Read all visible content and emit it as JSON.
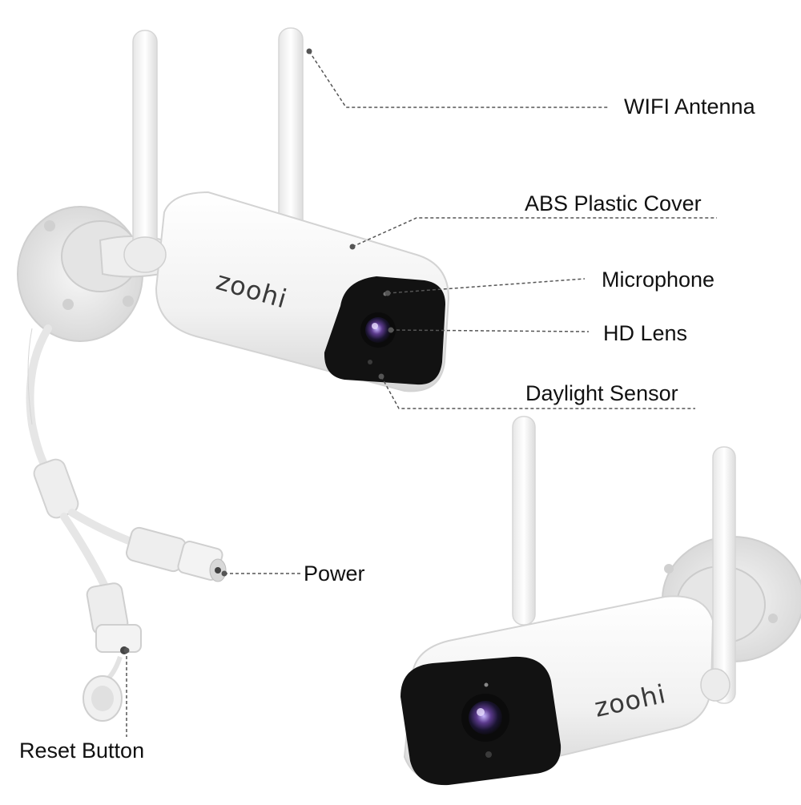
{
  "brand": {
    "logo_text": "zoohi"
  },
  "callouts": {
    "wifi_antenna": "WIFI Antenna",
    "abs_plastic_cover": "ABS Plastic Cover",
    "microphone": "Microphone",
    "hd_lens": "HD Lens",
    "daylight_sensor": "Daylight Sensor",
    "power": "Power",
    "reset_button": "Reset Button"
  },
  "colors": {
    "camera_body": "#f4f4f4",
    "camera_shadow": "#d9d9d9",
    "lens_face": "#121212",
    "lens_iris": "#5b3a8c",
    "leader_line": "#555555",
    "label_text": "#111111"
  }
}
